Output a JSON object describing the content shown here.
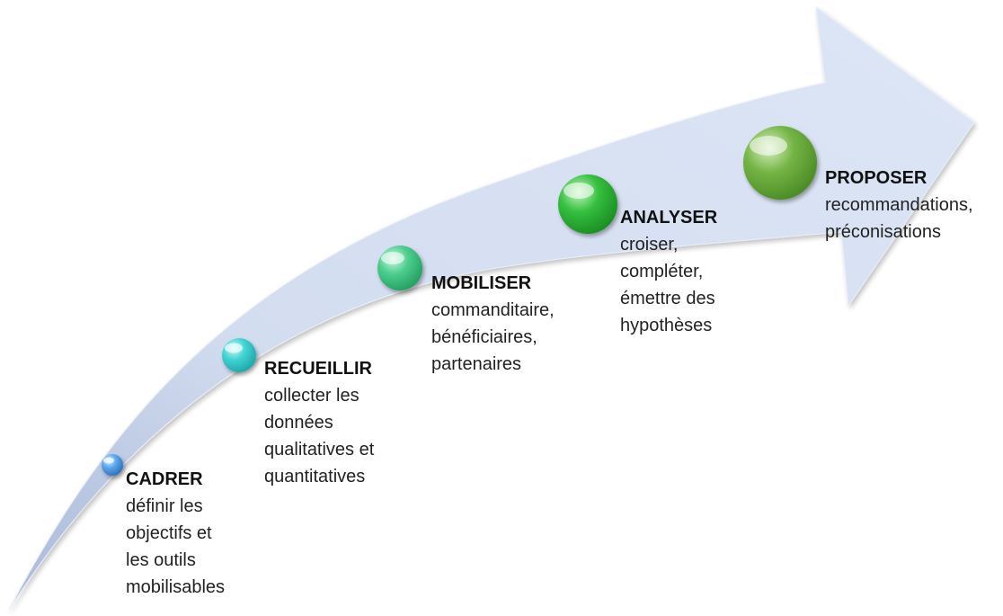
{
  "steps": [
    {
      "title": "CADRER",
      "description": "définir les\nobjectifs et\nles outils\nmobilisables",
      "color": "#3a8fe0"
    },
    {
      "title": "RECUEILLIR",
      "description": "collecter les\ndonnées\nqualitatives et\nquantitatives",
      "color": "#35cfd0"
    },
    {
      "title": "MOBILISER",
      "description": "commanditaire,\nbénéficiaires,\npartenaires",
      "color": "#3ec98a"
    },
    {
      "title": "ANALYSER",
      "description": "croiser,\ncompléter,\némettre des\nhypothèses",
      "color": "#2db83a"
    },
    {
      "title": "PROPOSER",
      "description": "recommandations,\npréconisations",
      "color": "#6aae3a"
    }
  ],
  "arrow_color": "#c8d6ef"
}
